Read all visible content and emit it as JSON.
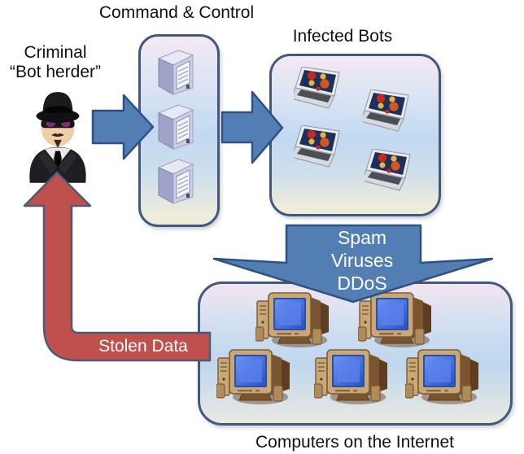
{
  "labels": {
    "command_control": "Command & Control",
    "criminal_line1": "Criminal",
    "criminal_line2": "“Bot herder”",
    "infected_bots": "Infected Bots",
    "computers_internet": "Computers on the Internet"
  },
  "attack_arrow": {
    "line1": "Spam",
    "line2": "Viruses",
    "line3": "DDoS"
  },
  "stolen_arrow": {
    "label": "Stolen Data"
  },
  "groups": {
    "command_control": {
      "server_count": 3
    },
    "infected_bots": {
      "laptop_count": 4
    },
    "internet": {
      "computer_count": 5
    }
  },
  "colors": {
    "flow_arrow_fill": "#537EB4",
    "flow_arrow_border": "#2F5184",
    "stolen_arrow_fill": "#C0504D",
    "stolen_arrow_border": "#4C5B76",
    "box_border": "#41597A",
    "text": "#111111",
    "arrow_text": "#FFFFFF"
  }
}
